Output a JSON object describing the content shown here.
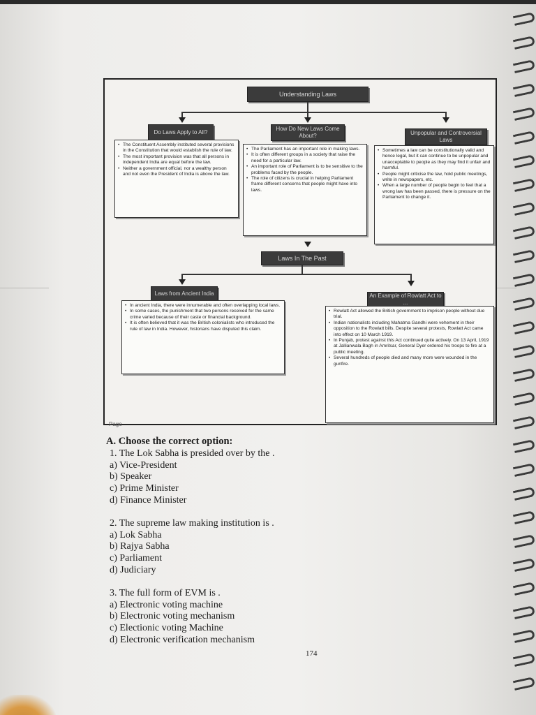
{
  "flowchart": {
    "top_box": "Understanding Laws",
    "branch_left": "Do Laws Apply to All?",
    "branch_middle": "How Do New Laws Come About?",
    "branch_right": "Unpopular and Controversial Laws",
    "left_points": [
      "The Constituent Assembly instituted several provisions in the Constitution that would establish the rule of law.",
      "The most important provision was that all persons in independent India are equal before the law.",
      "Neither a government official, nor a wealthy person and not even the President of India is above the law."
    ],
    "middle_points": [
      "The Parliament has an important role in making laws.",
      "It is often different groups in a society that raise the need for a particular law.",
      "An important role of Parliament is to be sensitive to the problems faced by the people.",
      "The role of citizens is crucial in helping Parliament frame different concerns that people might have into laws."
    ],
    "right_points": [
      "Sometimes a law can be constitutionally valid and hence legal, but it can continue to be unpopular and unacceptable to people as they may find it unfair and harmful.",
      "People might criticise the law, hold public meetings, write in newspapers, etc.",
      "When a large number of people begin to feel that a wrong law has been passed, there is pressure on the Parliament to change it."
    ],
    "past_box": "Laws In The Past",
    "past_left_title": "Laws from Ancient India",
    "past_right_title": "An Example of Rowlatt Act to ...",
    "past_left_points": [
      "In ancient India, there were innumerable and often overlapping local laws.",
      "In some cases, the punishment that two persons received for the same crime varied because of their caste or financial background.",
      "It is often believed that it was the British colonialists who introduced the rule of law in India. However, historians have disputed this claim."
    ],
    "past_right_points": [
      "Rowlatt Act allowed the British government to imprison people without due trial.",
      "Indian nationalists including Mahatma Gandhi were vehement in their opposition to the Rowlatt bills. Despite several protests, Rowlatt Act came into effect on 10 March 1919.",
      "In Punjab, protest against this Act continued quite actively. On 13 April, 1919 at Jallianwala Bagh in Amritsar, General Dyer ordered his troops to fire at a public meeting.",
      "Several hundreds of people died and many more were wounded in the gunfire."
    ],
    "cut_text": "Page"
  },
  "section": {
    "heading": "A.  Choose the correct option:",
    "questions": [
      {
        "question": "1. The Lok Sabha is presided over by the .",
        "options": [
          "a) Vice-President",
          "b) Speaker",
          "c) Prime Minister",
          "d) Finance Minister"
        ]
      },
      {
        "question": "2. The supreme law making institution is .",
        "options": [
          "a) Lok Sabha",
          "b) Rajya Sabha",
          "c) Parliament",
          "d) Judiciary"
        ]
      },
      {
        "question": "3. The full form of EVM is .",
        "options": [
          "a) Electronic voting machine",
          "b) Electronic voting mechanism",
          "c) Electionic voting Machine",
          "d) Electronic verification mechanism"
        ]
      }
    ]
  },
  "page_number": "174"
}
